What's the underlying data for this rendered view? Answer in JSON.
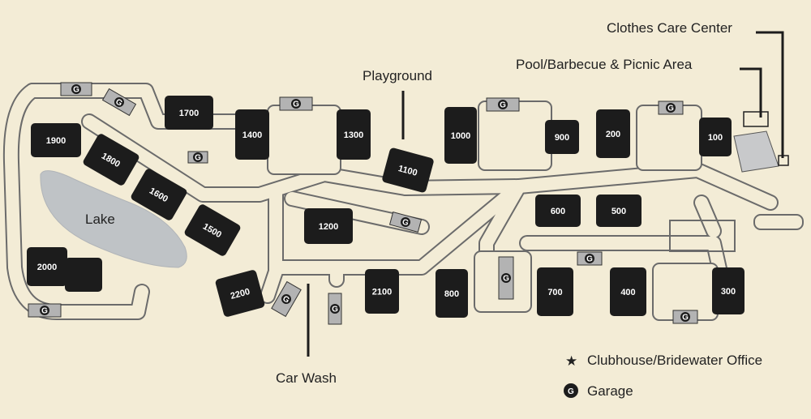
{
  "labels": {
    "playground": "Playground",
    "lake": "Lake",
    "car_wash": "Car Wash",
    "clothes_care": "Clothes Care Center",
    "pool": "Pool/Barbecue & Picnic Area"
  },
  "legend": {
    "clubhouse": "Clubhouse/Bridewater Office",
    "garage": "Garage",
    "clubhouse_symbol": "★",
    "garage_symbol": "G"
  },
  "buildings": [
    "1900",
    "1800",
    "1700",
    "1600",
    "1500",
    "1400",
    "1300",
    "1200",
    "1100",
    "1000",
    "900",
    "200",
    "100",
    "600",
    "500",
    "2000",
    "2200",
    "2100",
    "800",
    "700",
    "400",
    "300"
  ],
  "garage_letter": "G",
  "colors": {
    "background": "#f3ecd6",
    "road": "#f3ecd6",
    "road_outline": "#6b6b6b",
    "building": "#1c1c1c",
    "garage": "#b3b3b3",
    "lake": "#bfc3c6"
  }
}
